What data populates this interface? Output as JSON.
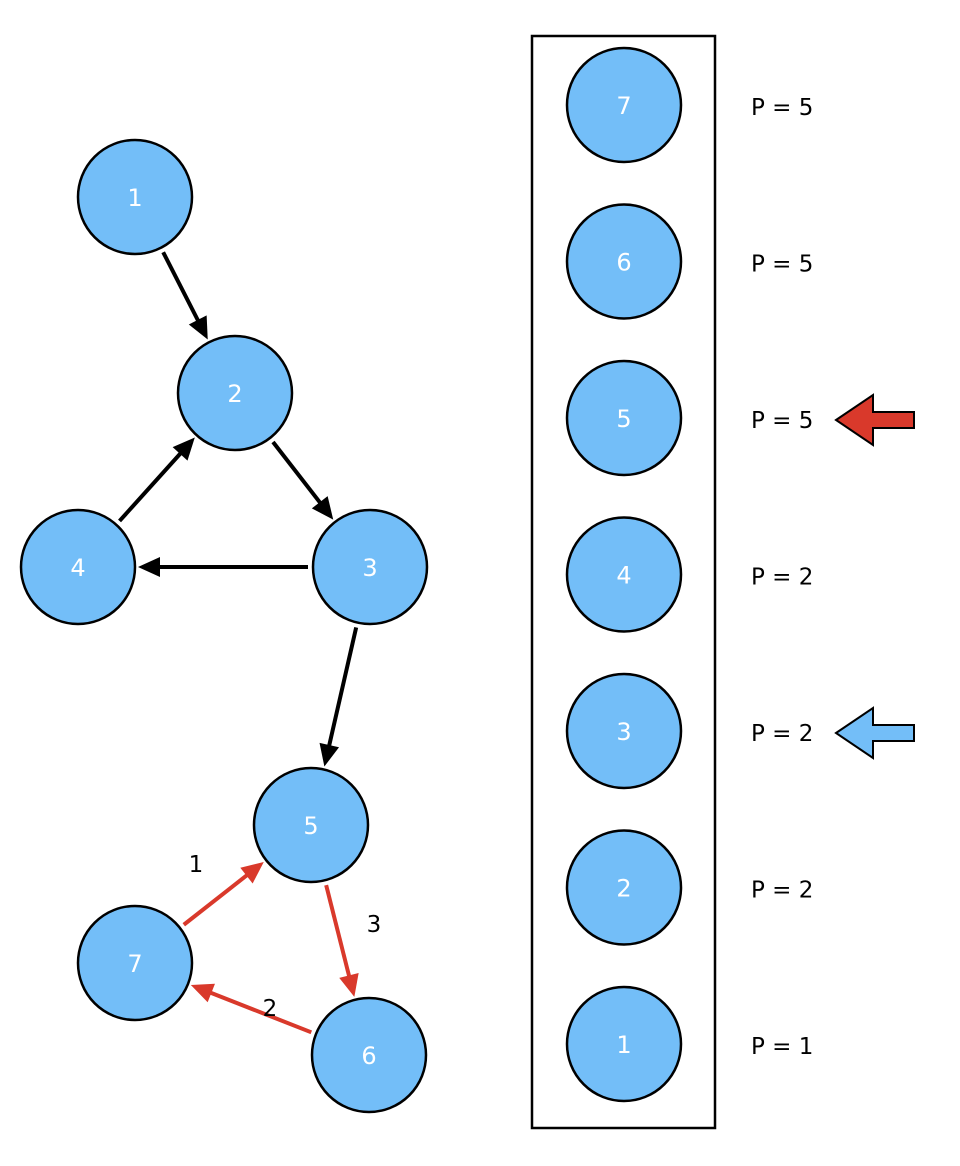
{
  "colors": {
    "node_fill": "#73bef8",
    "edge_black": "#000000",
    "edge_red": "#d9392b",
    "pointer_red": "#d9392b",
    "pointer_blue": "#73bef8"
  },
  "graph": {
    "nodes": [
      {
        "id": "1",
        "label": "1"
      },
      {
        "id": "2",
        "label": "2"
      },
      {
        "id": "3",
        "label": "3"
      },
      {
        "id": "4",
        "label": "4"
      },
      {
        "id": "5",
        "label": "5"
      },
      {
        "id": "6",
        "label": "6"
      },
      {
        "id": "7",
        "label": "7"
      }
    ],
    "edges": [
      {
        "from": "1",
        "to": "2",
        "color": "black",
        "label": ""
      },
      {
        "from": "2",
        "to": "3",
        "color": "black",
        "label": ""
      },
      {
        "from": "3",
        "to": "4",
        "color": "black",
        "label": ""
      },
      {
        "from": "4",
        "to": "2",
        "color": "black",
        "label": ""
      },
      {
        "from": "3",
        "to": "5",
        "color": "black",
        "label": ""
      },
      {
        "from": "7",
        "to": "5",
        "color": "red",
        "label": "1"
      },
      {
        "from": "6",
        "to": "7",
        "color": "red",
        "label": "2"
      },
      {
        "from": "5",
        "to": "6",
        "color": "red",
        "label": "3"
      }
    ]
  },
  "stack": {
    "items": [
      {
        "label": "7",
        "p": "P = 5"
      },
      {
        "label": "6",
        "p": "P = 5"
      },
      {
        "label": "5",
        "p": "P = 5",
        "pointer": "red"
      },
      {
        "label": "4",
        "p": "P = 2"
      },
      {
        "label": "3",
        "p": "P = 2",
        "pointer": "blue"
      },
      {
        "label": "2",
        "p": "P = 2"
      },
      {
        "label": "1",
        "p": "P = 1"
      }
    ]
  }
}
